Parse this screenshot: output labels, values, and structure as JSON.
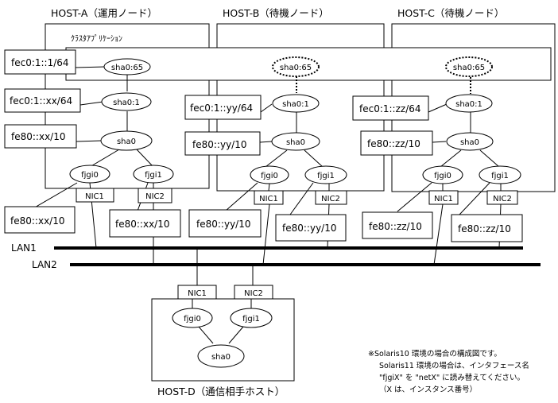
{
  "hosts": {
    "a_title": "HOST-A（運用ノード）",
    "b_title": "HOST-B（待機ノード）",
    "c_title": "HOST-C（待機ノード）",
    "d_title": "HOST-D（通信相手ホスト）"
  },
  "cluster_app_label": "ｸﾗｽﾀｱﾌﾟﾘｹｰｼｮﾝ",
  "interfaces": {
    "sha0_65": "sha0:65",
    "sha0_1": "sha0:1",
    "sha0": "sha0",
    "fjgi0": "fjgi0",
    "fjgi1": "fjgi1",
    "nic1": "NIC1",
    "nic2": "NIC2"
  },
  "addresses": {
    "a_takeover": "fec0:1::1/64",
    "a_sha0_1": "fec0:1::xx/64",
    "a_sha0": "fe80::xx/10",
    "a_fjgi0": "fe80::xx/10",
    "a_fjgi1": "fe80::xx/10",
    "b_sha0_1": "fec0:1::yy/64",
    "b_sha0": "fe80::yy/10",
    "b_fjgi0": "fe80::yy/10",
    "b_fjgi1": "fe80::yy/10",
    "c_sha0_1": "fec0:1::zz/64",
    "c_sha0": "fe80::zz/10",
    "c_fjgi0": "fe80::zz/10",
    "c_fjgi1": "fe80::zz/10"
  },
  "lans": {
    "lan1": "LAN1",
    "lan2": "LAN2"
  },
  "note": {
    "line1": "※Solaris10 環境の場合の構成図です。",
    "line2": "Solaris11 環境の場合は、インタフェース名",
    "line3": "\"fjgiX\" を \"netX\" に読み替えてください。",
    "line4": "（X は、インスタンス番号）"
  }
}
